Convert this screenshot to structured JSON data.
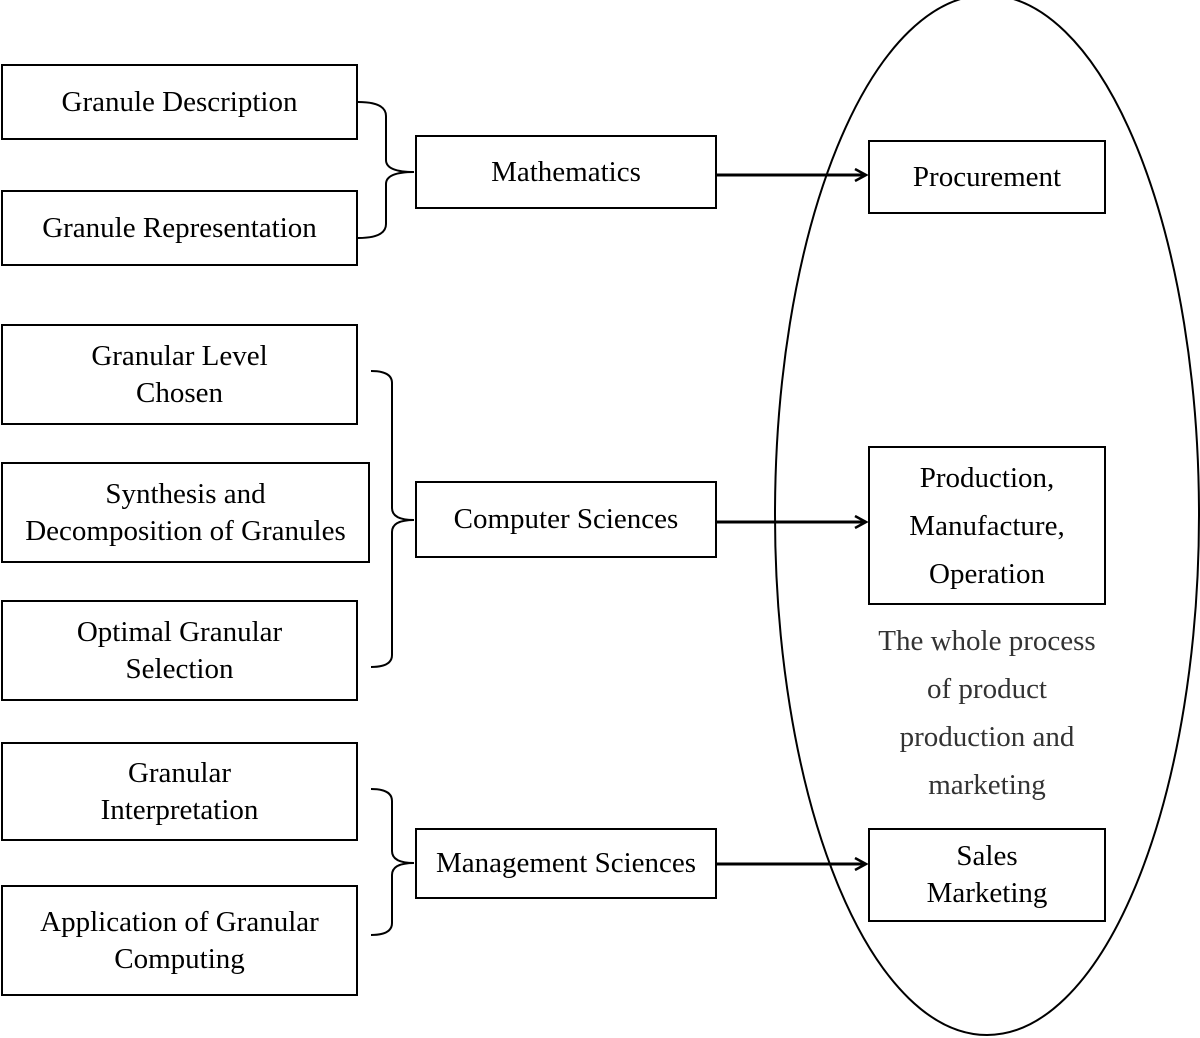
{
  "left_boxes": {
    "granule_description": [
      "Granule Description"
    ],
    "granule_representation": [
      "Granule Representation"
    ],
    "granular_level_chosen": [
      "Granular Level",
      "Chosen"
    ],
    "synthesis_decomposition": [
      "Synthesis and",
      "Decomposition of Granules"
    ],
    "optimal_granular_selection": [
      "Optimal Granular",
      "Selection"
    ],
    "granular_interpretation": [
      "Granular",
      "Interpretation"
    ],
    "application_granular_computing": [
      "Application of Granular",
      "Computing"
    ]
  },
  "middle_boxes": {
    "mathematics": [
      "Mathematics"
    ],
    "computer_sciences": [
      "Computer Sciences"
    ],
    "management_sciences": [
      "Management Sciences"
    ]
  },
  "right_boxes": {
    "procurement": [
      "Procurement"
    ],
    "production": [
      "Production,",
      "Manufacture,",
      "Operation"
    ],
    "sales": [
      "Sales",
      "Marketing"
    ]
  },
  "oval_caption": [
    "The whole process",
    "of product",
    "production and",
    "marketing"
  ]
}
